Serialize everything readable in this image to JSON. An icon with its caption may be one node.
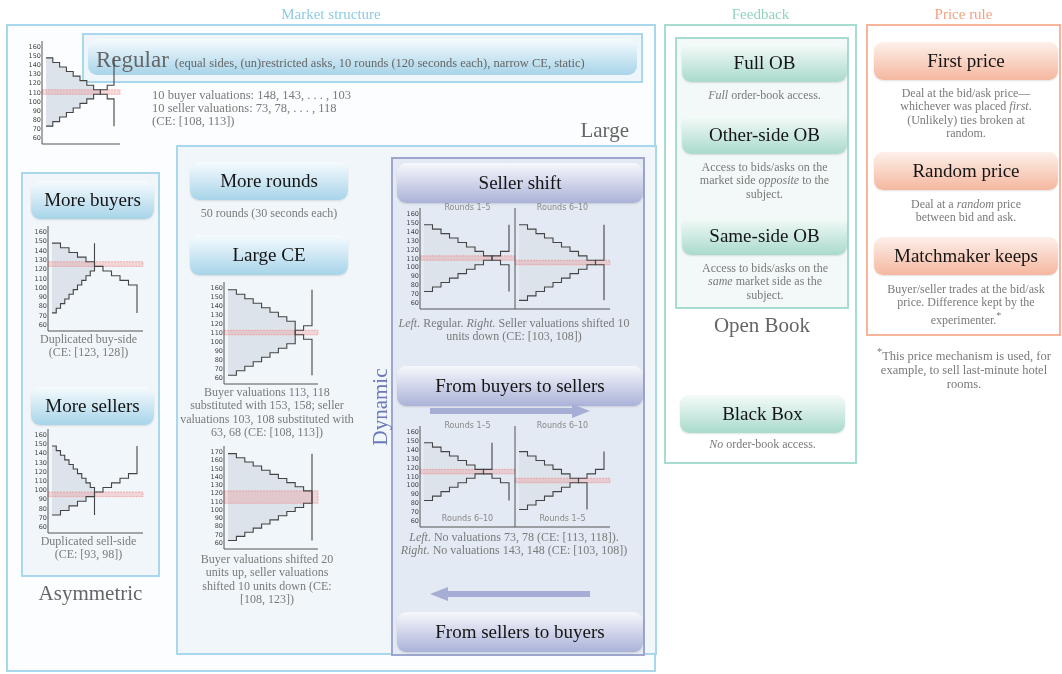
{
  "diagram": {
    "nodes": [
      {
        "text": [
          "Market structure"
        ]
      },
      {
        "text": [
          "Regular",
          "(equal sides, (un)restricted asks, 10 rounds (120 seconds each), narrow CE, static)"
        ],
        "in": 0
      },
      {
        "text": [
          "Asymmetric"
        ],
        "in": 0
      },
      {
        "text": [
          "More buyers"
        ],
        "in": 2
      },
      {
        "text": [
          "More sellers"
        ],
        "in": 2
      },
      {
        "text": [
          "Large"
        ],
        "in": 0
      },
      {
        "text": [
          "More rounds"
        ],
        "in": 5,
        "beside": [
          "50 rounds (30 seconds each)"
        ]
      },
      {
        "text": [
          "Large CE"
        ],
        "in": 5
      },
      {
        "text": [
          "Dynamic"
        ],
        "in": 5
      },
      {
        "text": [
          "Seller shift"
        ],
        "in": 8
      },
      {
        "text": [
          "From buyers to sellers"
        ],
        "in": 8
      },
      {
        "text": [
          "From sellers to buyers"
        ],
        "in": 8
      },
      {
        "text": [
          "Feedback"
        ]
      },
      {
        "text": [
          "Open Book"
        ],
        "in": 12
      },
      {
        "text": [
          "Full OB"
        ],
        "in": 13,
        "beside": [
          "*Full* order-book access."
        ]
      },
      {
        "text": [
          "Other-side OB"
        ],
        "in": 13,
        "beside": [
          "Access to bids/asks on the market side *opposite* to the subject."
        ]
      },
      {
        "text": [
          "Same-side OB"
        ],
        "in": 13,
        "beside": [
          "Access to bids/asks on the *same* market side as the subject."
        ]
      },
      {
        "text": [
          "Black Box"
        ],
        "in": 12,
        "beside": [
          "*No* order-book access."
        ]
      },
      {
        "text": [
          "Price rule"
        ]
      },
      {
        "text": [
          "First price"
        ],
        "in": 18,
        "beside": [
          "Deal at the bid/ask price—whichever was placed *first*. (Unlikely) ties broken at random."
        ]
      },
      {
        "text": [
          "Random price"
        ],
        "in": 18,
        "beside": [
          "Deal at a *random* price between bid and ask."
        ]
      },
      {
        "text": [
          "Matchmaker keeps"
        ],
        "in": 18,
        "beside": [
          "Buyer/seller trades at the bid/ask price. Difference kept by the experimenter.$^{*}$"
        ]
      }
    ],
    "labels": [
      "10 buyer valuations: 148, 143, . . . , 103",
      "10 seller valuations: 73, 78, . . . , 118",
      "(CE: [108, 113])",
      "160",
      "150",
      "140",
      "130",
      "120",
      "110",
      "100",
      "90",
      "80",
      "70",
      "60",
      "160",
      "150",
      "140",
      "130",
      "120",
      "110",
      "100",
      "90",
      "80",
      "70",
      "60",
      "Duplicated buy-side (CE: [123, 128])",
      "160",
      "150",
      "140",
      "130",
      "120",
      "110",
      "100",
      "90",
      "80",
      "70",
      "60",
      "Duplicated sell-side (CE: [93, 98])",
      "160",
      "150",
      "140",
      "130",
      "120",
      "110",
      "100",
      "90",
      "80",
      "70",
      "60",
      "Buyer valuations 113, 118 substituted with 153, 158; seller valuations 103, 108 substituted with 63, 68 (CE: [108, 113])",
      "170",
      "160",
      "150",
      "140",
      "130",
      "120",
      "110",
      "100",
      "90",
      "80",
      "70",
      "60",
      "Buyer valuations shifted 20 units up, seller valuations shifted 10 units down (CE: [108, 123])",
      "160",
      "150",
      "140",
      "130",
      "120",
      "110",
      "100",
      "90",
      "80",
      "70",
      "60",
      "Rounds 1–5",
      "Rounds 6–10",
      "*Left.* Regular. *Right.* Seller valuations shifted 10 units down (CE: [103, 108])",
      "160",
      "150",
      "140",
      "130",
      "120",
      "110",
      "100",
      "90",
      "80",
      "70",
      "60",
      "Rounds 1–5",
      "Rounds 6–10",
      "Rounds 6–10",
      "Rounds 1–5",
      "*Left.* No valuations 73, 78 (CE: [113, 118]). *Right.* No valuations 143, 148 (CE: [103, 108])",
      "$^{*}$This price mechanism is used, for example, to sell last-minute hotel rooms."
    ]
  }
}
